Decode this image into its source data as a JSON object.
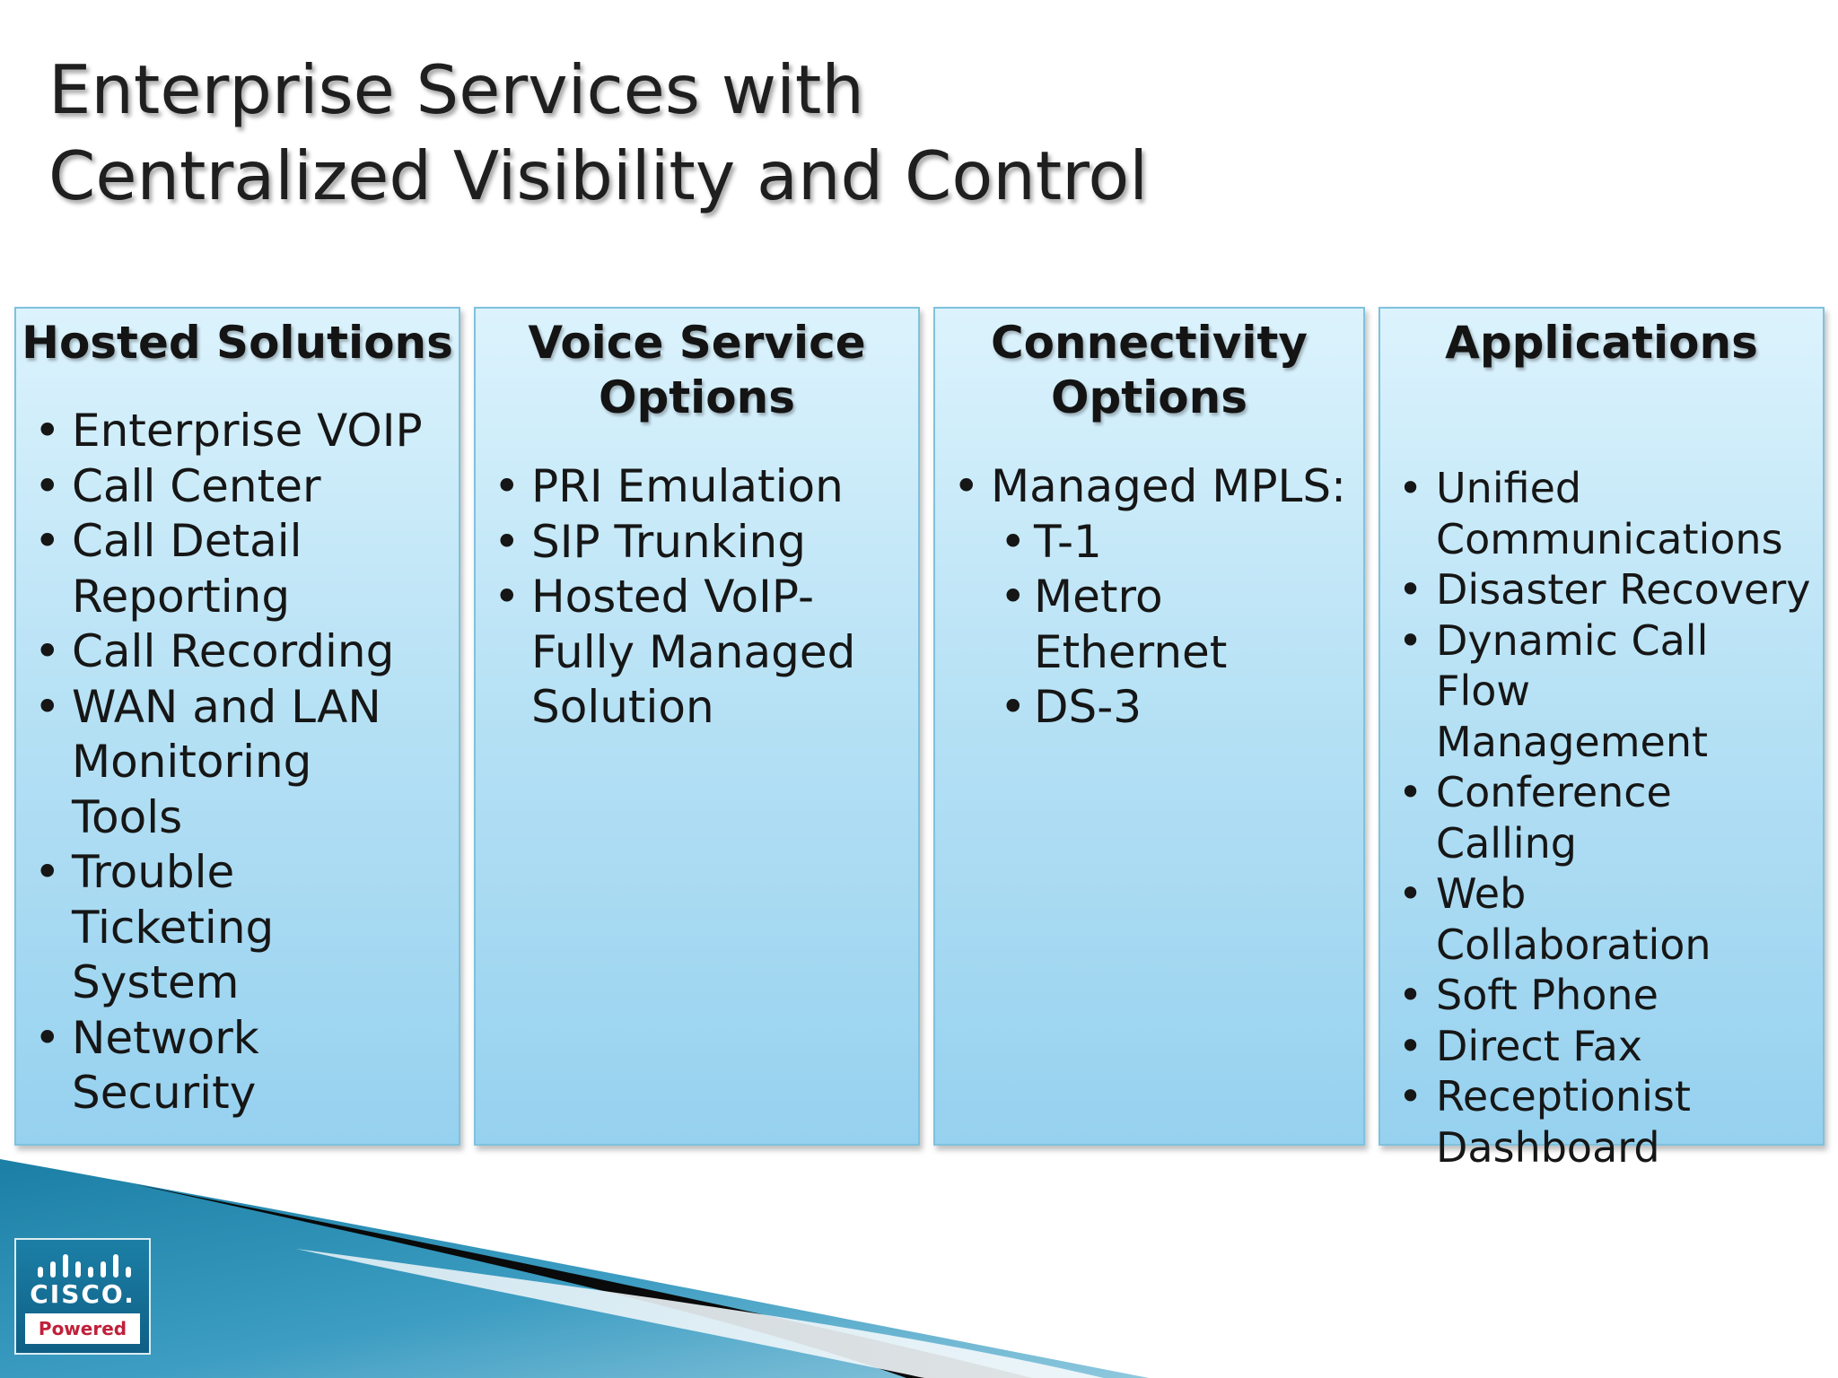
{
  "slide": {
    "title_lines": [
      "Enterprise Services with",
      "Centralized Visibility and Control"
    ]
  },
  "panels": [
    {
      "heading_lines": [
        "Hosted Solutions"
      ],
      "items": [
        {
          "label": "Enterprise VOIP"
        },
        {
          "label": "Call Center"
        },
        {
          "label": "Call Detail Reporting"
        },
        {
          "label": "Call Recording"
        },
        {
          "label": "WAN and LAN Monitoring Tools"
        },
        {
          "label": "Trouble Ticketing System"
        },
        {
          "label": "Network Security"
        }
      ]
    },
    {
      "heading_lines": [
        "Voice Service",
        "Options"
      ],
      "items": [
        {
          "label": "PRI Emulation"
        },
        {
          "label": "SIP Trunking"
        },
        {
          "label": "Hosted VoIP- Fully Managed Solution"
        }
      ]
    },
    {
      "heading_lines": [
        "Connectivity",
        "Options"
      ],
      "items": [
        {
          "label": "Managed MPLS:",
          "subitems": [
            "T-1",
            "Metro Ethernet",
            "DS-3"
          ]
        }
      ]
    },
    {
      "heading_lines": [
        "Applications"
      ],
      "items": [
        {
          "label": "Unified Communications"
        },
        {
          "label": "Disaster Recovery"
        },
        {
          "label": "Dynamic Call Flow Management"
        },
        {
          "label": "Conference Calling"
        },
        {
          "label": "Web Collaboration"
        },
        {
          "label": "Soft Phone"
        },
        {
          "label": "Direct Fax"
        },
        {
          "label": "Receptionist Dashboard"
        }
      ]
    }
  ],
  "logo": {
    "wordmark": "CISCO.",
    "tag": "Powered"
  },
  "colors": {
    "panel_top": "#dcf3fd",
    "panel_bottom": "#96d1ef",
    "panel_border": "#7ec2de",
    "swoosh_teal": "#1b7fa5",
    "swoosh_black": "#0a0a0a",
    "logo_tag_red": "#c0203a"
  }
}
